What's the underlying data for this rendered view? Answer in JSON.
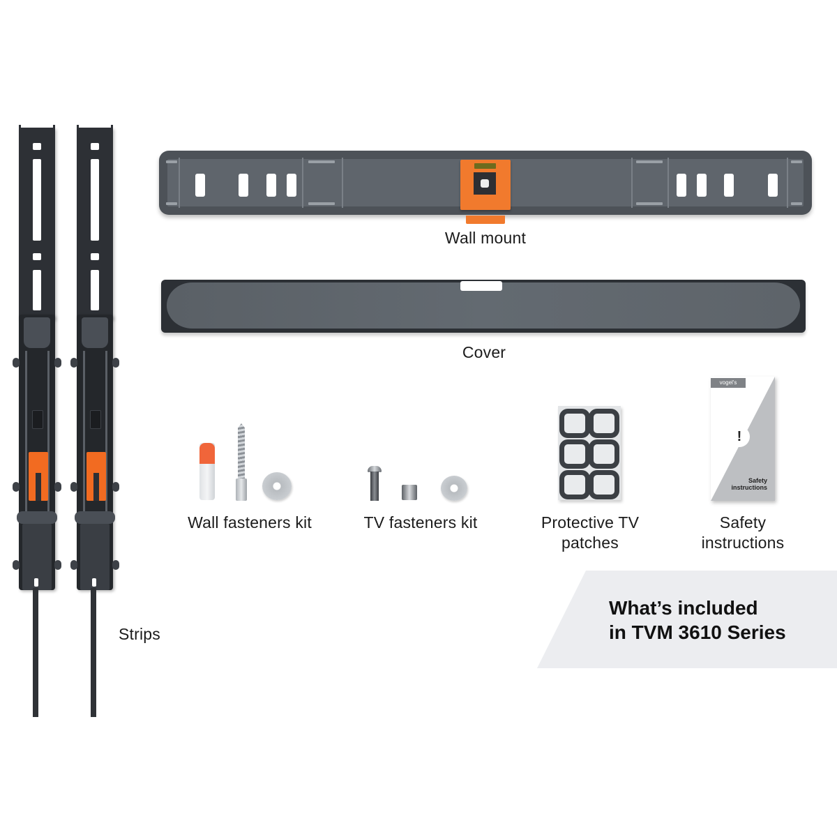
{
  "labels": {
    "wall_mount": "Wall mount",
    "cover": "Cover",
    "wall_fasteners": "Wall fasteners kit",
    "tv_fasteners": "TV fasteners kit",
    "protective_patches_line1": "Protective TV",
    "protective_patches_line2": "patches",
    "safety_line1": "Safety",
    "safety_line2": "instructions",
    "strips": "Strips"
  },
  "safety_booklet": {
    "brand": "vogel's",
    "icon": "exclamation-icon",
    "icon_glyph": "!",
    "text_line1": "Safety",
    "text_line2": "instructions"
  },
  "title_panel": {
    "line1": "What’s included",
    "line2": "in TVM 3610 Series"
  },
  "colors": {
    "accent_orange": "#f26b21",
    "product_dark": "#2d3035",
    "product_gray": "#5f656c",
    "panel_bg": "#ecedf0"
  }
}
